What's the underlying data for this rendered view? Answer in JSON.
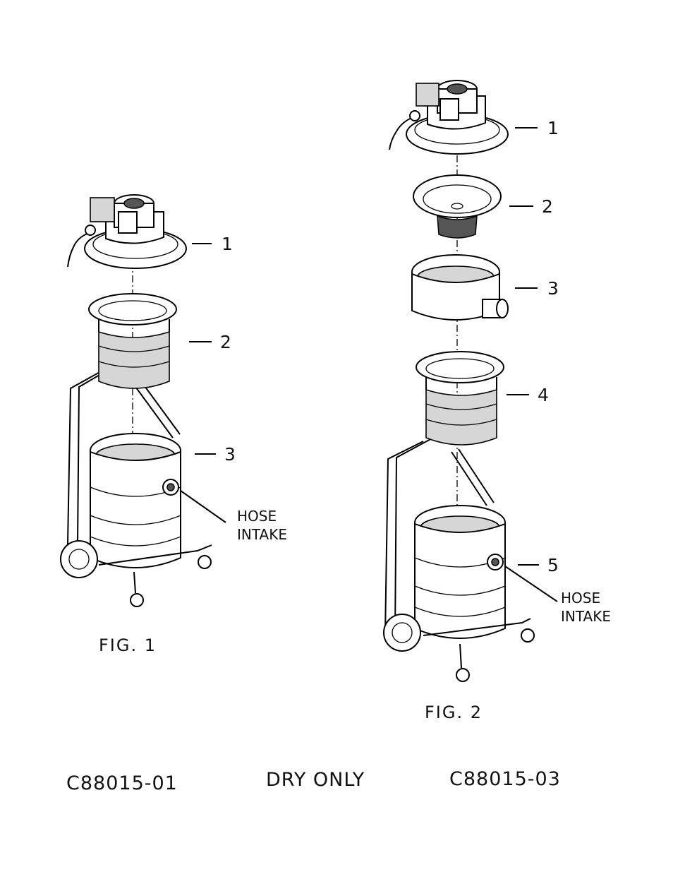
{
  "fig1": {
    "caption": "FIG. 1",
    "callouts": [
      "1",
      "2",
      "3"
    ],
    "hose_label": [
      "HOSE",
      "INTAKE"
    ]
  },
  "fig2": {
    "caption": "FIG. 2",
    "callouts": [
      "1",
      "2",
      "3",
      "4",
      "5"
    ],
    "hose_label": [
      "HOSE",
      "INTAKE"
    ]
  },
  "footer": {
    "left_code": "C88015-01",
    "center_note": "DRY ONLY",
    "right_code": "C88015-03"
  }
}
